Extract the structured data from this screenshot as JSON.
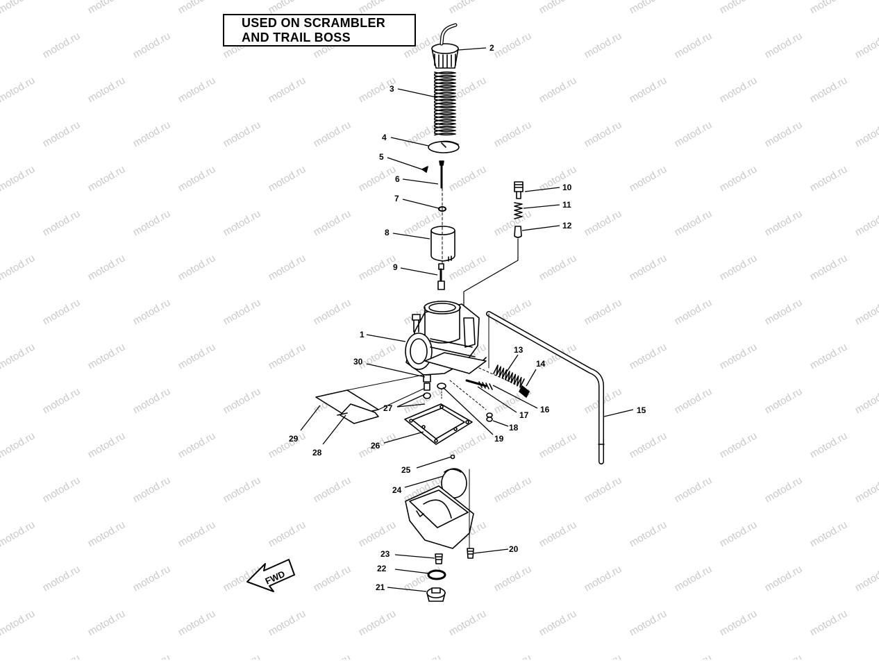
{
  "header": {
    "line1": "USED ON SCRAMBLER",
    "line2": "AND TRAIL BOSS"
  },
  "direction_arrow": {
    "label": "FWD"
  },
  "watermark": {
    "text": "motod.ru"
  },
  "part_numbers": {
    "p1": "1",
    "p2": "2",
    "p3": "3",
    "p4": "4",
    "p5": "5",
    "p6": "6",
    "p7": "7",
    "p8": "8",
    "p9": "9",
    "p10": "10",
    "p11": "11",
    "p12": "12",
    "p13": "13",
    "p14": "14",
    "p15": "15",
    "p16": "16",
    "p17": "17",
    "p18": "18",
    "p19": "19",
    "p20": "20",
    "p21": "21",
    "p22": "22",
    "p23": "23",
    "p24": "24",
    "p25": "25",
    "p26": "26",
    "p27": "27",
    "p28": "28",
    "p29": "29",
    "p30": "30"
  }
}
